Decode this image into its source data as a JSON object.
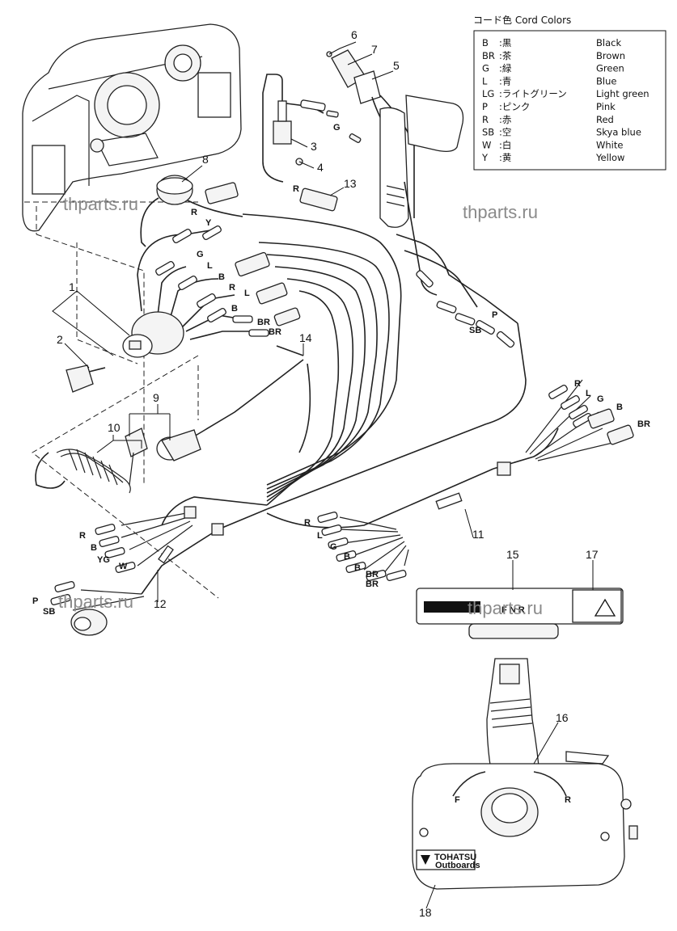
{
  "legend": {
    "title": "コード色 Cord Colors",
    "rows": [
      {
        "code": "B",
        "jp": "黒",
        "en": "Black"
      },
      {
        "code": "BR",
        "jp": "茶",
        "en": "Brown"
      },
      {
        "code": "G",
        "jp": "緑",
        "en": "Green"
      },
      {
        "code": "L",
        "jp": "青",
        "en": "Blue"
      },
      {
        "code": "LG",
        "jp": "ライトグリーン",
        "en": "Light green"
      },
      {
        "code": "P",
        "jp": "ピンク",
        "en": "Pink"
      },
      {
        "code": "R",
        "jp": "赤",
        "en": "Red"
      },
      {
        "code": "SB",
        "jp": "空",
        "en": "Skya blue"
      },
      {
        "code": "W",
        "jp": "白",
        "en": "White"
      },
      {
        "code": "Y",
        "jp": "黄",
        "en": "Yellow"
      }
    ]
  },
  "callouts": [
    "1",
    "2",
    "3",
    "4",
    "5",
    "6",
    "7",
    "8",
    "9",
    "10",
    "11",
    "12",
    "13",
    "14",
    "15",
    "16",
    "17",
    "18"
  ],
  "wire_labels": {
    "g_top": "G",
    "r_13": "R",
    "r_sw_upper": "R",
    "y_sw_upper": "Y",
    "g_sw": "G",
    "l_sw": "L",
    "b_sw": "B",
    "r_sw": "R",
    "l_sw2": "L",
    "b_sw2": "B",
    "br_sw": "BR",
    "br_sw2": "BR",
    "p_right": "P",
    "sb_right": "SB",
    "r_h11": "R",
    "l_h11": "L",
    "g_h11": "G",
    "b_h11": "B",
    "br_h11": "BR",
    "r_h11b": "R",
    "l_h11b": "L",
    "g_h11b": "G",
    "b_h11b": "B",
    "b_h11c": "B",
    "br_h11b": "BR",
    "br_h11c": "BR",
    "r_h12": "R",
    "b_h12": "B",
    "yg_h12": "YG",
    "w_h12": "W",
    "p_h12": "P",
    "sb_h12": "SB"
  },
  "labels": {
    "brand": "TOHATSU",
    "brand_sub": "Outboards",
    "lever_f": "F",
    "lever_r": "R",
    "decal_letters": "F N R"
  },
  "watermarks": [
    "thparts.ru",
    "thparts.ru",
    "thparts.ru",
    "thparts.ru"
  ]
}
